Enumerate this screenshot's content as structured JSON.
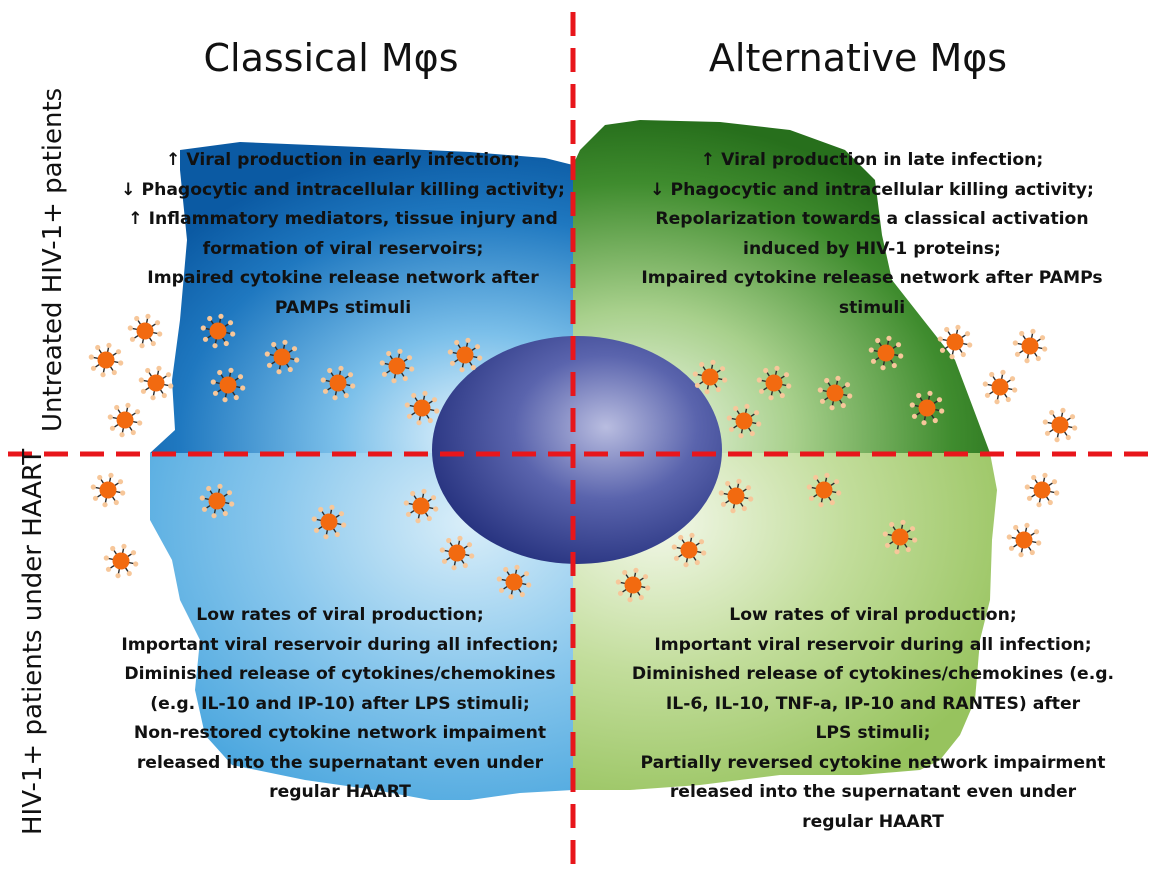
{
  "columns": {
    "left": "Classical Mφs",
    "right": "Alternative Mφs"
  },
  "rows": {
    "top": "Untreated HIV-1+ patients",
    "bottom": "HIV-1+ patients under HAART"
  },
  "quadrants": {
    "top_left": [
      "↑ Viral production in early infection;",
      "↓ Phagocytic and intracellular killing activity;",
      "↑ Inflammatory mediators, tissue injury and",
      "formation of viral reservoirs;",
      "Impaired cytokine release network after",
      "PAMPs stimuli"
    ],
    "top_right": [
      "↑ Viral production in late infection;",
      "↓ Phagocytic and intracellular killing activity;",
      "Repolarization towards a classical activation",
      "induced by HIV-1 proteins;",
      "Impaired cytokine release network after PAMPs",
      "stimuli"
    ],
    "bottom_left": [
      "Low rates of viral production;",
      "Important viral reservoir during all infection;",
      "Diminished release of cytokines/chemokines",
      "(e.g. IL-10 and IP-10) after LPS stimuli;",
      "Non-restored cytokine network impaiment",
      "released into the supernatant even under",
      "regular HAART"
    ],
    "bottom_right": [
      "Low rates of viral production;",
      "Important viral reservoir during all infection;",
      "Diminished release of cytokines/chemokines (e.g.",
      "IL-6, IL-10, TNF-a, IP-10 and RANTES) after",
      "LPS stimuli;",
      "Partially reversed cytokine network impairment",
      "released into the supernatant even under",
      "regular HAART"
    ]
  },
  "colors": {
    "divider": "#e8161b",
    "classical_dark": "#0b63b0",
    "classical_light": "#bfe3f7",
    "alternative_dark": "#2e7d22",
    "alternative_light": "#e6f3d6",
    "nucleus": "#2a3a8a",
    "virion_core": "#f26a10",
    "virion_spike_tip": "#f7c79a"
  }
}
